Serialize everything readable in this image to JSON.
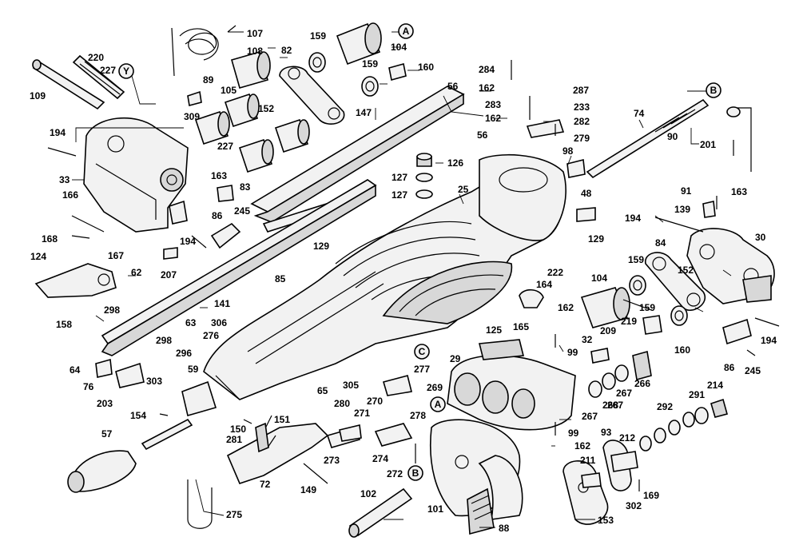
{
  "diagram": {
    "colors": {
      "line": "#000000",
      "fill": "#f2f2f2",
      "shade": "#d8d8d8",
      "background": "#ffffff"
    },
    "callouts": [
      "A",
      "B",
      "Y"
    ],
    "parts": [
      "107",
      "159",
      "108",
      "82",
      "104",
      "220",
      "227",
      "89",
      "105",
      "309",
      "152",
      "147",
      "160",
      "56",
      "284",
      "162",
      "287",
      "283",
      "233",
      "282",
      "279",
      "74",
      "90",
      "201",
      "109",
      "194",
      "227",
      "163",
      "33",
      "83",
      "126",
      "127",
      "25",
      "98",
      "48",
      "91",
      "163",
      "139",
      "166",
      "86",
      "245",
      "168",
      "124",
      "167",
      "207",
      "62",
      "129",
      "85",
      "222",
      "129",
      "84",
      "152",
      "30",
      "104",
      "164",
      "141",
      "298",
      "158",
      "63",
      "306",
      "276",
      "298",
      "296",
      "303",
      "64",
      "76",
      "203",
      "59",
      "305",
      "277",
      "65",
      "269",
      "29",
      "125",
      "162",
      "165",
      "99",
      "32",
      "209",
      "219",
      "159",
      "160",
      "266",
      "267",
      "268",
      "86",
      "245",
      "194",
      "154",
      "280",
      "270",
      "271",
      "278",
      "57",
      "150",
      "151",
      "281",
      "273",
      "274",
      "272",
      "99",
      "162",
      "93",
      "212",
      "211",
      "291",
      "214",
      "292",
      "102",
      "101",
      "88",
      "72",
      "149",
      "275",
      "153",
      "302",
      "169",
      "267"
    ]
  }
}
